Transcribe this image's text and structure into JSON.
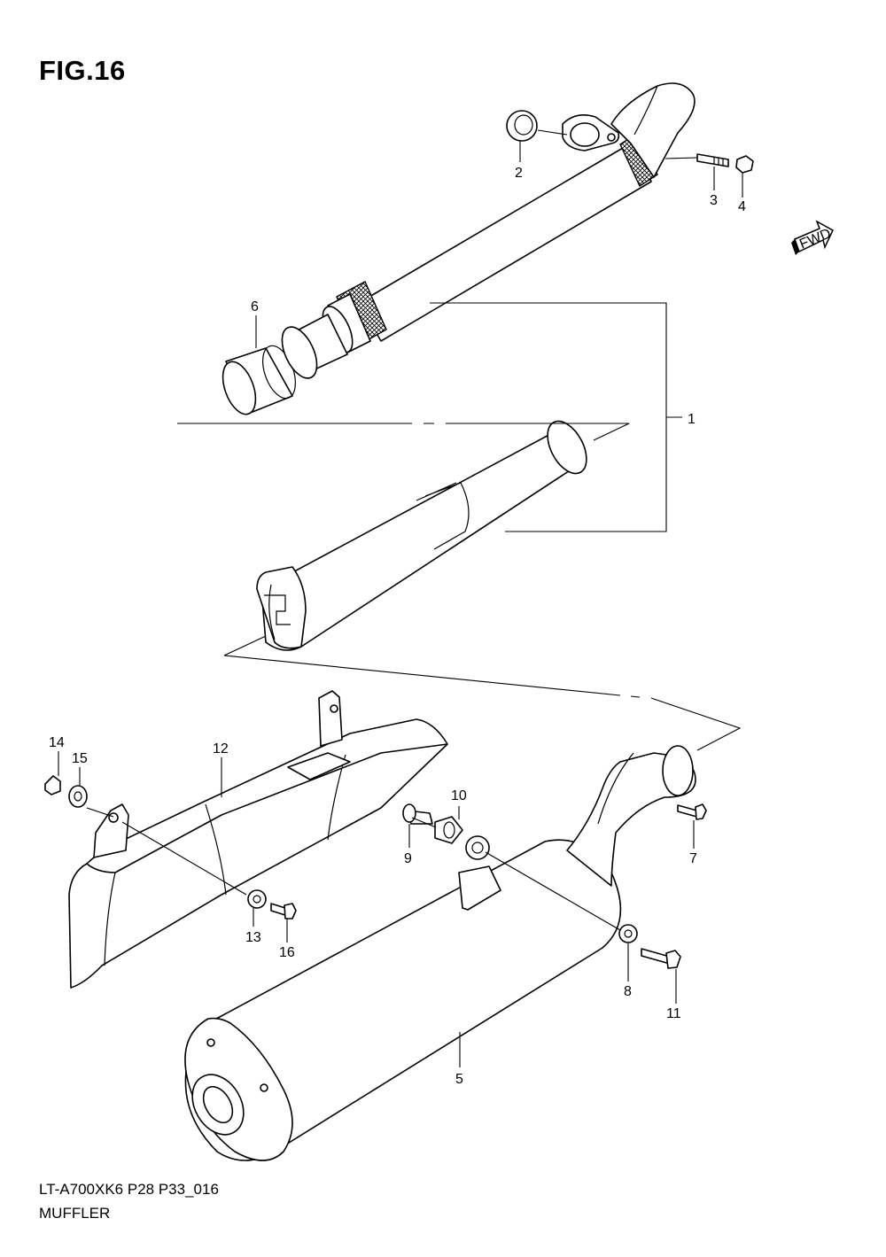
{
  "figure": {
    "title": "FIG.16",
    "code": "LT-A700XK6 P28 P33_016",
    "name": "MUFFLER",
    "direction_label": "FWD"
  },
  "callouts": [
    {
      "id": "c1",
      "label": "1"
    },
    {
      "id": "c2",
      "label": "2"
    },
    {
      "id": "c3",
      "label": "3"
    },
    {
      "id": "c4",
      "label": "4"
    },
    {
      "id": "c5",
      "label": "5"
    },
    {
      "id": "c6",
      "label": "6"
    },
    {
      "id": "c7",
      "label": "7"
    },
    {
      "id": "c8",
      "label": "8"
    },
    {
      "id": "c9",
      "label": "9"
    },
    {
      "id": "c10",
      "label": "10"
    },
    {
      "id": "c11",
      "label": "11"
    },
    {
      "id": "c12",
      "label": "12"
    },
    {
      "id": "c13",
      "label": "13"
    },
    {
      "id": "c14",
      "label": "14"
    },
    {
      "id": "c15",
      "label": "15"
    },
    {
      "id": "c16",
      "label": "16"
    }
  ]
}
